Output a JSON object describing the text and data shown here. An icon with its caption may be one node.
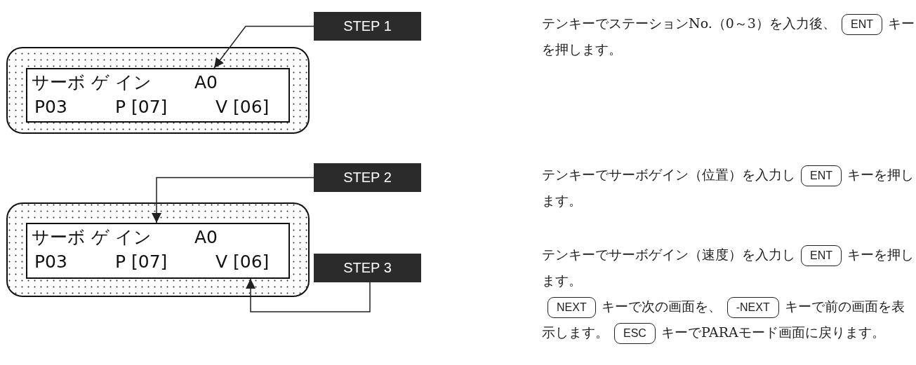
{
  "diagram": {
    "nodes": [
      {
        "text": [
          "STEP 1"
        ]
      },
      {
        "text": [
          "ENT"
        ]
      },
      {
        "text": [
          "サーボ ゲ イン",
          "A0",
          "P03",
          "P [07]",
          "V [06]"
        ]
      },
      {
        "text": [
          "STEP 2"
        ]
      },
      {
        "text": [
          "ENT"
        ]
      },
      {
        "text": [
          "サーボ ゲ イン",
          "A0",
          "P03",
          "P [07]",
          "V [06]"
        ]
      },
      {
        "text": [
          "STEP 3"
        ]
      },
      {
        "text": [
          "ENT"
        ]
      },
      {
        "text": [
          "NEXT"
        ]
      },
      {
        "text": [
          "-NEXT"
        ]
      },
      {
        "text": [
          "ESC"
        ]
      }
    ],
    "edges": [
      {
        "from": 0,
        "to": 2,
        "arrow": "to"
      },
      {
        "from": 3,
        "to": 5,
        "arrow": "to"
      },
      {
        "from": 6,
        "to": 5,
        "arrow": "to"
      }
    ],
    "labels": [
      "テンキーでステーションNo.（0～3）を入力後、",
      "キーを押します。",
      "テンキーでサーボゲイン（位置）を入力し",
      "キーを押します。",
      "テンキーでサーボゲイン（速度）を入力し",
      "キーを押します。",
      "キーで次の画面を、",
      "キーで前の画面を表示します。",
      "キーでPARAモード画面に戻ります。"
    ]
  }
}
